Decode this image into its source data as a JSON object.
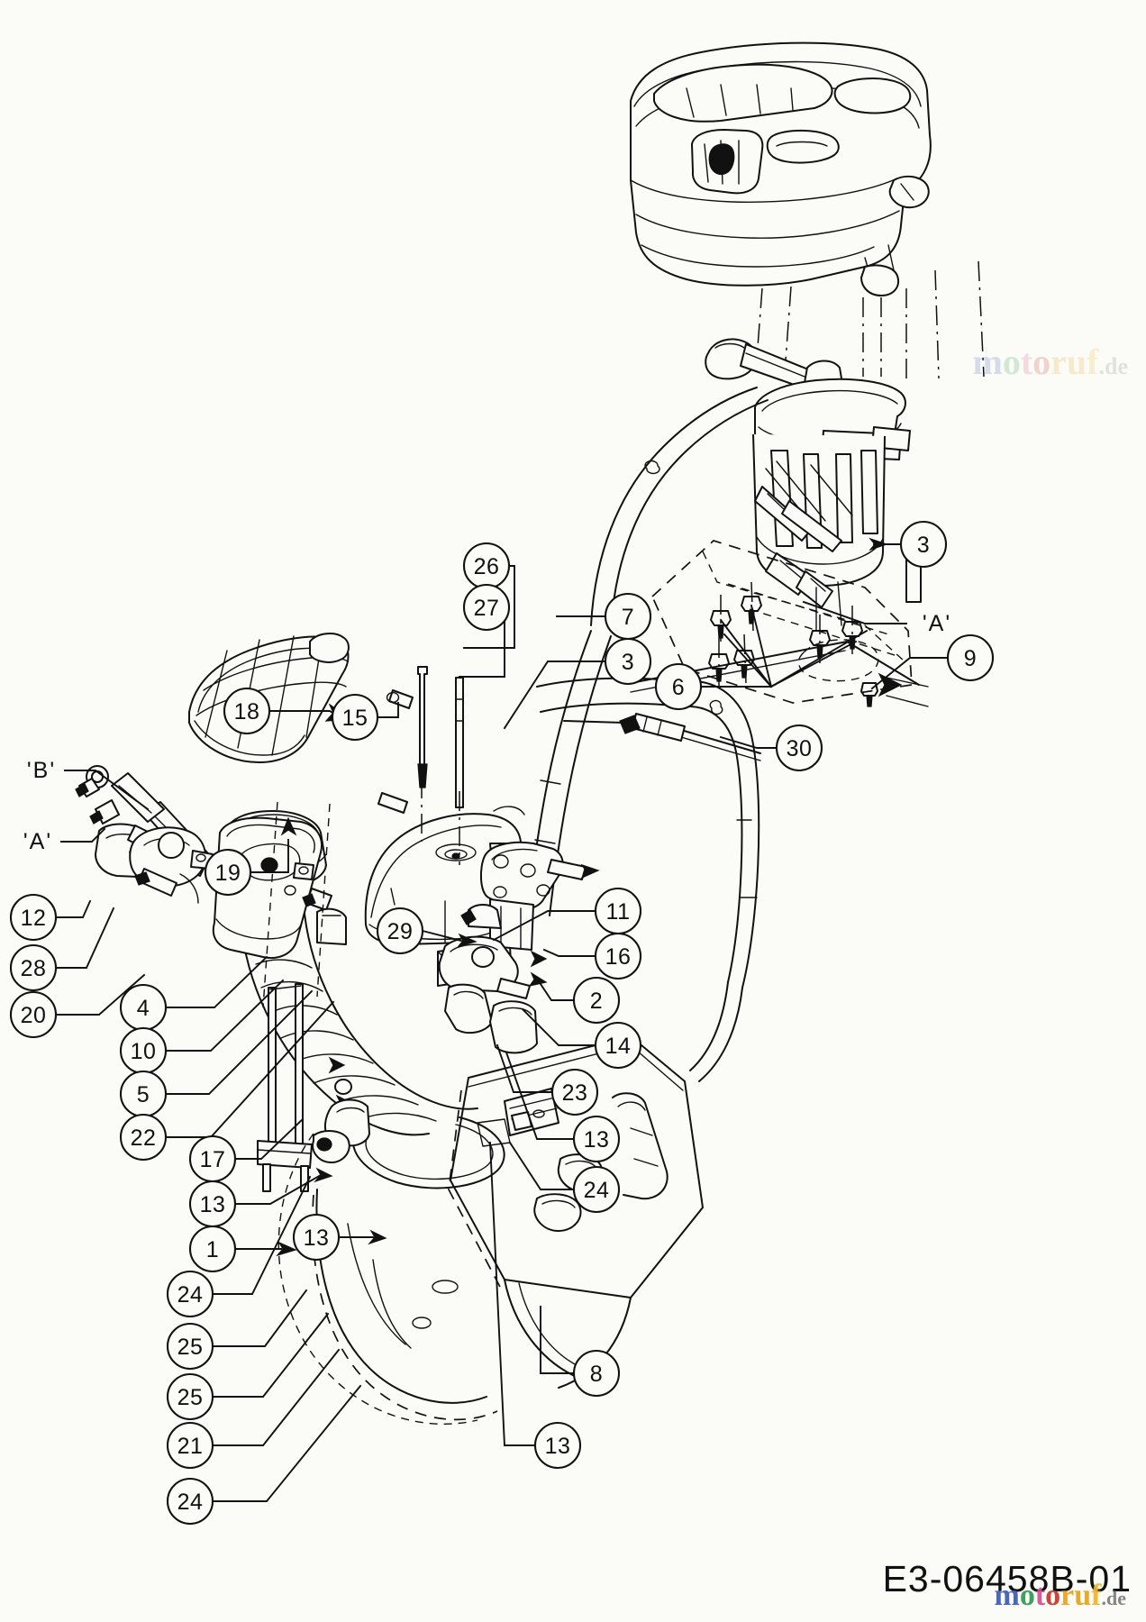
{
  "document": {
    "type": "exploded parts diagram",
    "part_number": "E3-06458B-01",
    "watermark": {
      "m": "m",
      "o1": "o",
      "t": "t",
      "o2": "o",
      "r": "r",
      "u": "u",
      "f": "f",
      "tld": ".de"
    }
  },
  "section_labels": [
    {
      "id": "sec-b-left",
      "text": "'B'"
    },
    {
      "id": "sec-a-left",
      "text": "'A'"
    },
    {
      "id": "sec-a-right",
      "text": "'A'"
    }
  ],
  "callouts": [
    {
      "id": "c-18",
      "label": "18"
    },
    {
      "id": "c-15",
      "label": "15"
    },
    {
      "id": "c-26",
      "label": "26"
    },
    {
      "id": "c-27",
      "label": "27"
    },
    {
      "id": "c-7",
      "label": "7"
    },
    {
      "id": "c-3r",
      "label": "3"
    },
    {
      "id": "c-3m",
      "label": "3"
    },
    {
      "id": "c-9",
      "label": "9"
    },
    {
      "id": "c-6",
      "label": "6"
    },
    {
      "id": "c-30",
      "label": "30"
    },
    {
      "id": "c-12",
      "label": "12"
    },
    {
      "id": "c-28",
      "label": "28"
    },
    {
      "id": "c-20",
      "label": "20"
    },
    {
      "id": "c-19",
      "label": "19"
    },
    {
      "id": "c-29",
      "label": "29"
    },
    {
      "id": "c-11",
      "label": "11"
    },
    {
      "id": "c-16",
      "label": "16"
    },
    {
      "id": "c-2",
      "label": "2"
    },
    {
      "id": "c-14",
      "label": "14"
    },
    {
      "id": "c-23",
      "label": "23"
    },
    {
      "id": "c-13a",
      "label": "13"
    },
    {
      "id": "c-4",
      "label": "4"
    },
    {
      "id": "c-10",
      "label": "10"
    },
    {
      "id": "c-5",
      "label": "5"
    },
    {
      "id": "c-22",
      "label": "22"
    },
    {
      "id": "c-17",
      "label": "17"
    },
    {
      "id": "c-13b",
      "label": "13"
    },
    {
      "id": "c-13c",
      "label": "13"
    },
    {
      "id": "c-1",
      "label": "1"
    },
    {
      "id": "c-24a",
      "label": "24"
    },
    {
      "id": "c-24b",
      "label": "24"
    },
    {
      "id": "c-25a",
      "label": "25"
    },
    {
      "id": "c-25b",
      "label": "25"
    },
    {
      "id": "c-21",
      "label": "21"
    },
    {
      "id": "c-24c",
      "label": "24"
    },
    {
      "id": "c-8",
      "label": "8"
    },
    {
      "id": "c-13d",
      "label": "13"
    }
  ]
}
